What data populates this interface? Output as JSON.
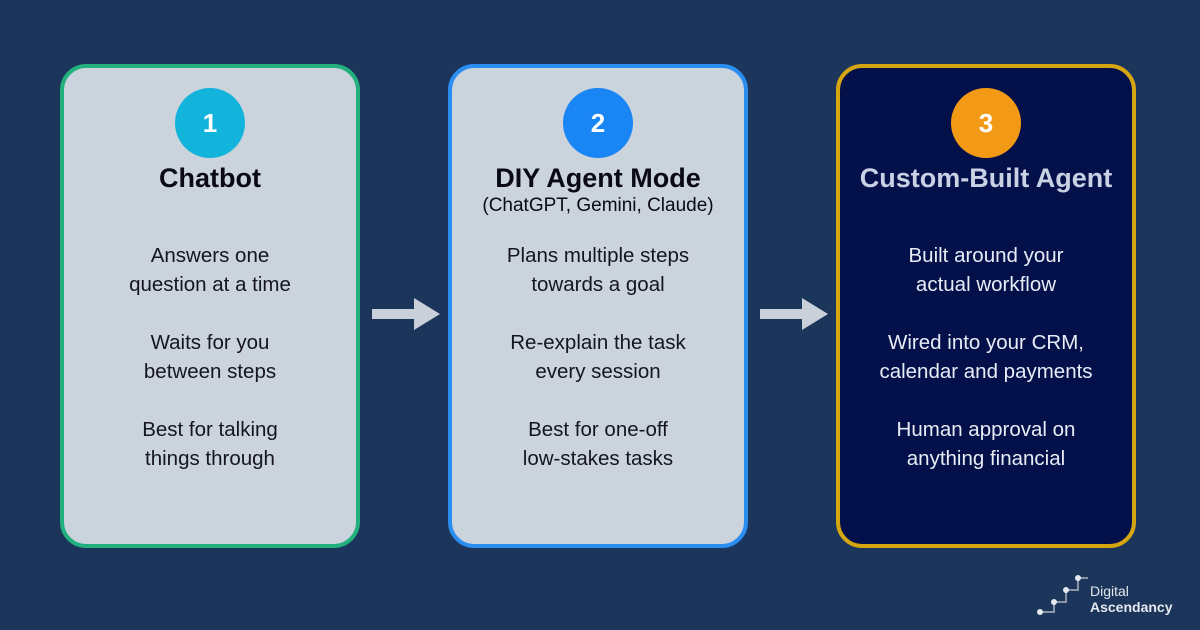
{
  "cards": [
    {
      "number": "1",
      "title": "Chatbot",
      "subtitle": "",
      "points": [
        "Answers one\nquestion at a time",
        "Waits for you\nbetween steps",
        "Best for talking\nthings through"
      ],
      "border_color": "#22b07d",
      "badge_color": "#13b4dc"
    },
    {
      "number": "2",
      "title": "DIY Agent Mode",
      "subtitle": "(ChatGPT, Gemini, Claude)",
      "points": [
        "Plans multiple steps\ntowards a goal",
        "Re-explain the task\nevery session",
        "Best for one-off\nlow-stakes tasks"
      ],
      "border_color": "#2a8df0",
      "badge_color": "#1a86f5"
    },
    {
      "number": "3",
      "title": "Custom-Built Agent",
      "subtitle": "",
      "points": [
        "Built around your\nactual workflow",
        "Wired into your CRM,\ncalendar and payments",
        "Human approval on\nanything financial"
      ],
      "border_color": "#d6a611",
      "badge_color": "#f29a16"
    }
  ],
  "arrows": [
    "arrow-right-icon",
    "arrow-right-icon"
  ],
  "logo": {
    "line1": "Digital",
    "line2": "Ascendancy",
    "icon": "ascending-steps-icon"
  },
  "colors": {
    "background": "#1c355a",
    "card_light": "#cbd3dc",
    "card_dark": "#03104a"
  }
}
